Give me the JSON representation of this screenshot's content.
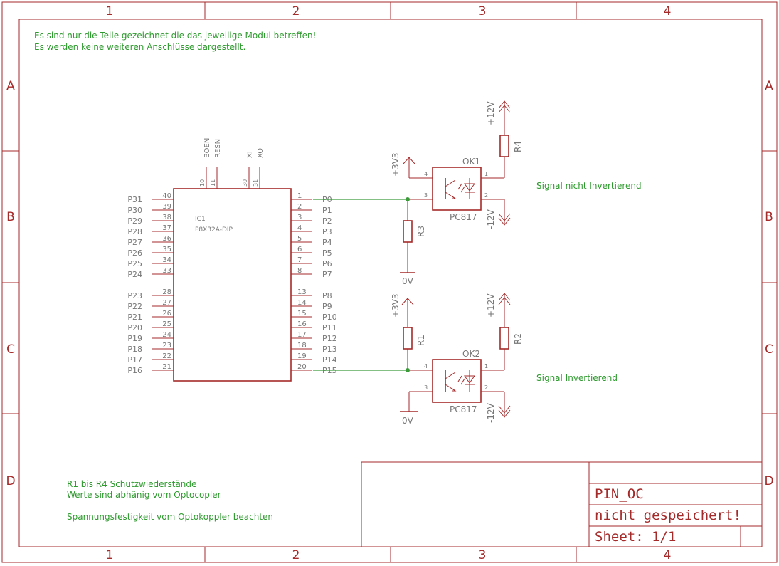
{
  "frame": {
    "columns": [
      "1",
      "2",
      "3",
      "4"
    ],
    "rows": [
      "A",
      "B",
      "C",
      "D"
    ]
  },
  "notes": {
    "top_line1": "Es sind nur die Teile gezeichnet die das jeweilige Modul betreffen!",
    "top_line2": "Es werden keine weiteren Anschlüsse dargestellt.",
    "bottom_line1": "R1 bis R4 Schutzwiederstände",
    "bottom_line2": "Werte sind abhänig vom Optocopler",
    "bottom_line3": "Spannungsfestigkeit vom Optokoppler beachten",
    "signal_top": "Signal nicht Invertierend",
    "signal_bottom": "Signal Invertierend"
  },
  "ic": {
    "name": "IC1",
    "value": "P8X32A-DIP",
    "top_pins": [
      {
        "num": "10",
        "label": "BOEN"
      },
      {
        "num": "11",
        "label": "RESN"
      },
      {
        "num": "30",
        "label": "XI"
      },
      {
        "num": "31",
        "label": "XO"
      }
    ],
    "left_pins_top": [
      {
        "num": "40",
        "label": "P31"
      },
      {
        "num": "39",
        "label": "P30"
      },
      {
        "num": "38",
        "label": "P29"
      },
      {
        "num": "37",
        "label": "P28"
      },
      {
        "num": "36",
        "label": "P27"
      },
      {
        "num": "35",
        "label": "P26"
      },
      {
        "num": "34",
        "label": "P25"
      },
      {
        "num": "33",
        "label": "P24"
      }
    ],
    "left_pins_bottom": [
      {
        "num": "28",
        "label": "P23"
      },
      {
        "num": "27",
        "label": "P22"
      },
      {
        "num": "26",
        "label": "P21"
      },
      {
        "num": "25",
        "label": "P20"
      },
      {
        "num": "24",
        "label": "P19"
      },
      {
        "num": "23",
        "label": "P18"
      },
      {
        "num": "22",
        "label": "P17"
      },
      {
        "num": "21",
        "label": "P16"
      }
    ],
    "right_pins_top": [
      {
        "num": "1",
        "label": "P0"
      },
      {
        "num": "2",
        "label": "P1"
      },
      {
        "num": "3",
        "label": "P2"
      },
      {
        "num": "4",
        "label": "P3"
      },
      {
        "num": "5",
        "label": "P4"
      },
      {
        "num": "6",
        "label": "P5"
      },
      {
        "num": "7",
        "label": "P6"
      },
      {
        "num": "8",
        "label": "P7"
      }
    ],
    "right_pins_bottom": [
      {
        "num": "13",
        "label": "P8"
      },
      {
        "num": "14",
        "label": "P9"
      },
      {
        "num": "15",
        "label": "P10"
      },
      {
        "num": "16",
        "label": "P11"
      },
      {
        "num": "17",
        "label": "P12"
      },
      {
        "num": "18",
        "label": "P13"
      },
      {
        "num": "19",
        "label": "P14"
      },
      {
        "num": "20",
        "label": "P15"
      }
    ]
  },
  "ok1": {
    "name": "OK1",
    "value": "PC817",
    "pin1": "1",
    "pin2": "2",
    "pin3": "3",
    "pin4": "4"
  },
  "ok2": {
    "name": "OK2",
    "value": "PC817",
    "pin1": "1",
    "pin2": "2",
    "pin3": "3",
    "pin4": "4"
  },
  "resistors": {
    "r1": "R1",
    "r2": "R2",
    "r3": "R3",
    "r4": "R4"
  },
  "supplies": {
    "p3v3": "+3V3",
    "p12v": "+12V",
    "m12v": "-12V",
    "gnd": "0V"
  },
  "titleblock": {
    "name": "PIN_OC",
    "status": "nicht gespeichert!",
    "sheet": "Sheet: 1/1"
  },
  "colors": {
    "frame": "#a52a2a",
    "net": "#3a9a3a",
    "note_text": "#2e9a2e",
    "pin_text": "#777777"
  }
}
